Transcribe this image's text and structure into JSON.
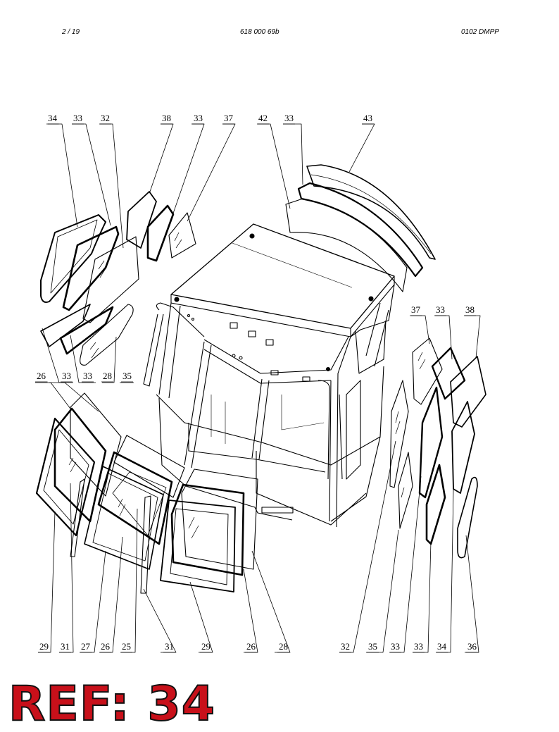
{
  "header": {
    "page": "2 / 19",
    "doc_number": "618 000 69b",
    "revision": "0102 DMPP"
  },
  "callouts": {
    "top_left": [
      "34",
      "33",
      "32",
      "38",
      "33",
      "37"
    ],
    "top_center": [
      "42",
      "33",
      "43"
    ],
    "right_upper": [
      "37",
      "33",
      "38"
    ],
    "left_mid": [
      "26",
      "33",
      "33",
      "28",
      "35"
    ],
    "bottom_left": [
      "29",
      "31",
      "27",
      "26",
      "25",
      "31",
      "29",
      "26",
      "28"
    ],
    "bottom_right": [
      "32",
      "35",
      "33",
      "33",
      "34",
      "36"
    ]
  },
  "reference": "REF: 34",
  "colors": {
    "reference_fill": "#c8101a",
    "line": "#000000"
  }
}
